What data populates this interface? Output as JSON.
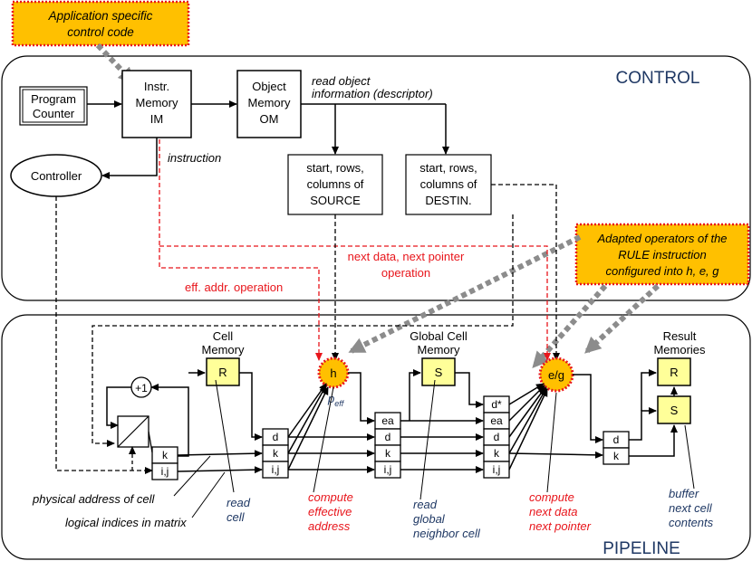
{
  "callouts": {
    "app_line1": "Application specific",
    "app_line2": "control code",
    "rule_line1": "Adapted operators of the",
    "rule_line2": "RULE instruction",
    "rule_line3": "configured into h, e, g"
  },
  "panels": {
    "control_title": "CONTROL",
    "pipeline_title": "PIPELINE"
  },
  "control": {
    "pc_line1": "Program",
    "pc_line2": "Counter",
    "im_line1": "Instr.",
    "im_line2": "Memory",
    "im_line3": "IM",
    "om_line1": "Object",
    "om_line2": "Memory",
    "om_line3": "OM",
    "read_obj_line1": "read object",
    "read_obj_line2": "information (descriptor)",
    "controller": "Controller",
    "instruction": "instruction",
    "src_line1": "start, rows,",
    "src_line2": "columns of",
    "src_line3": "SOURCE",
    "dst_line1": "start, rows,",
    "dst_line2": "columns of",
    "dst_line3": "DESTIN.",
    "next_data_line1": "next data, next pointer",
    "next_data_line2": "operation",
    "eff_addr_op": "eff. addr. operation"
  },
  "pipeline": {
    "plus_one": "+1",
    "cell_mem_line1": "Cell",
    "cell_mem_line2": "Memory",
    "r": "R",
    "h": "h",
    "p_eff": "p",
    "p_eff_sub": "eff",
    "global_line1": "Global Cell",
    "global_line2": "Memory",
    "s": "S",
    "eg": "e/g",
    "result_line1": "Result",
    "result_line2": "Memories",
    "r2": "R",
    "s2": "S",
    "k": "k",
    "ij": "i,j",
    "d": "d",
    "ea": "ea",
    "dstar": "d*"
  },
  "annotations": {
    "phys_addr": "physical address of cell",
    "logical_idx": "logical indices in matrix",
    "read_cell_line1": "read",
    "read_cell_line2": "cell",
    "compute_eff_line1": "compute",
    "compute_eff_line2": "effective",
    "compute_eff_line3": "address",
    "read_global_line1": "read",
    "read_global_line2": "global",
    "read_global_line3": "neighbor cell",
    "compute_next_line1": "compute",
    "compute_next_line2": "next data",
    "compute_next_line3": "next pointer",
    "buffer_line1": "buffer",
    "buffer_line2": "next cell",
    "buffer_line3": "contents"
  },
  "colors": {
    "callout_fill": "#FFC000",
    "callout_border": "#E8151B",
    "yellow_box": "#FFFF99",
    "red_text": "#E8151B",
    "navy_text": "#1F3864",
    "panel_title": "#1F3864",
    "gray_arrow": "#8C8C8C"
  }
}
